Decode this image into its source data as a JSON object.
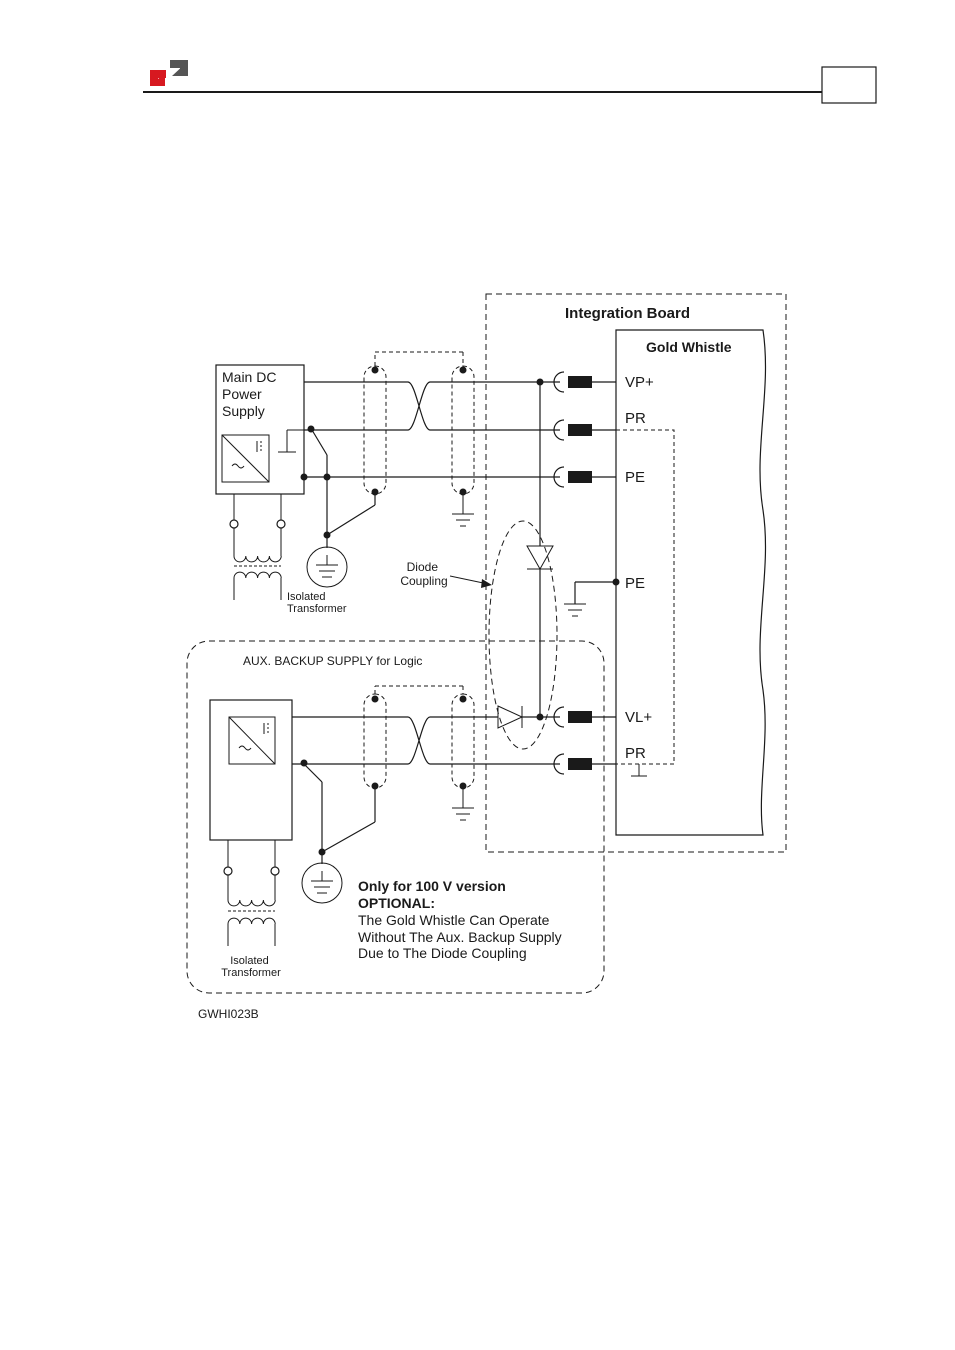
{
  "header": {
    "logo_colors": {
      "red": "#d71920",
      "gray": "#555555"
    },
    "page_box_text": ""
  },
  "diagram": {
    "integration_board_label": "Integration Board",
    "gold_whistle_label": "Gold Whistle",
    "main_supply_label": [
      "Main DC",
      "Power",
      "Supply"
    ],
    "pins": {
      "vp_plus": "VP+",
      "pr_top": "PR",
      "pe_top": "PE",
      "pe_mid": "PE",
      "vl_plus": "VL+",
      "pr_bottom": "PR"
    },
    "diode_coupling_label": [
      "Diode",
      "Coupling"
    ],
    "isolated_transformer_top": [
      "Isolated",
      "Transformer"
    ],
    "aux_supply_label": "AUX. BACKUP SUPPLY for Logic",
    "note_bold": [
      "Only for 100 V version",
      "OPTIONAL:"
    ],
    "note_text": [
      "The Gold Whistle Can Operate",
      "Without The Aux. Backup Supply",
      "Due to The Diode Coupling"
    ],
    "isolated_transformer_bottom": [
      "Isolated",
      "Transformer"
    ],
    "figure_code": "GWHI023B"
  }
}
